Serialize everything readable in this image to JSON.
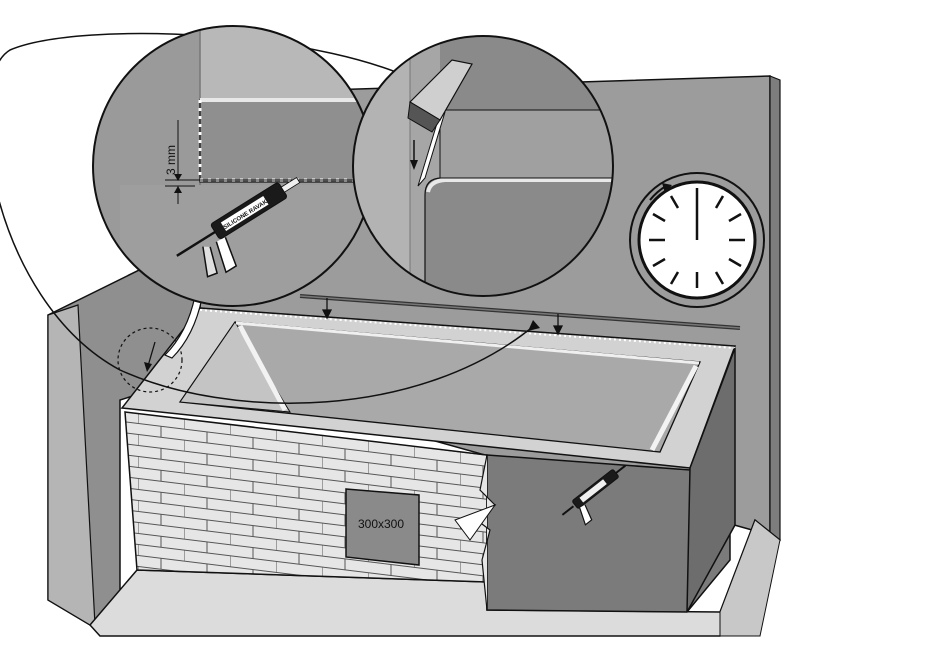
{
  "labels": {
    "gap": "3 mm",
    "inspection_hatch": "300x300",
    "cartridge_brand": "SILICONE RAVAK"
  },
  "colors": {
    "wall_back": "#9c9c9c",
    "wall_left": "#8f8f8f",
    "floor": "#dcdcdc",
    "tub_rim": "#d2d2d2",
    "tub_inner": "#a9a9a9",
    "brick_face": "#e6e6e6",
    "tile_panel": "#7b7b7b",
    "outline": "#111111"
  },
  "icons": {
    "clock": "clock-icon",
    "silicone_gun": "silicone-gun-icon"
  }
}
